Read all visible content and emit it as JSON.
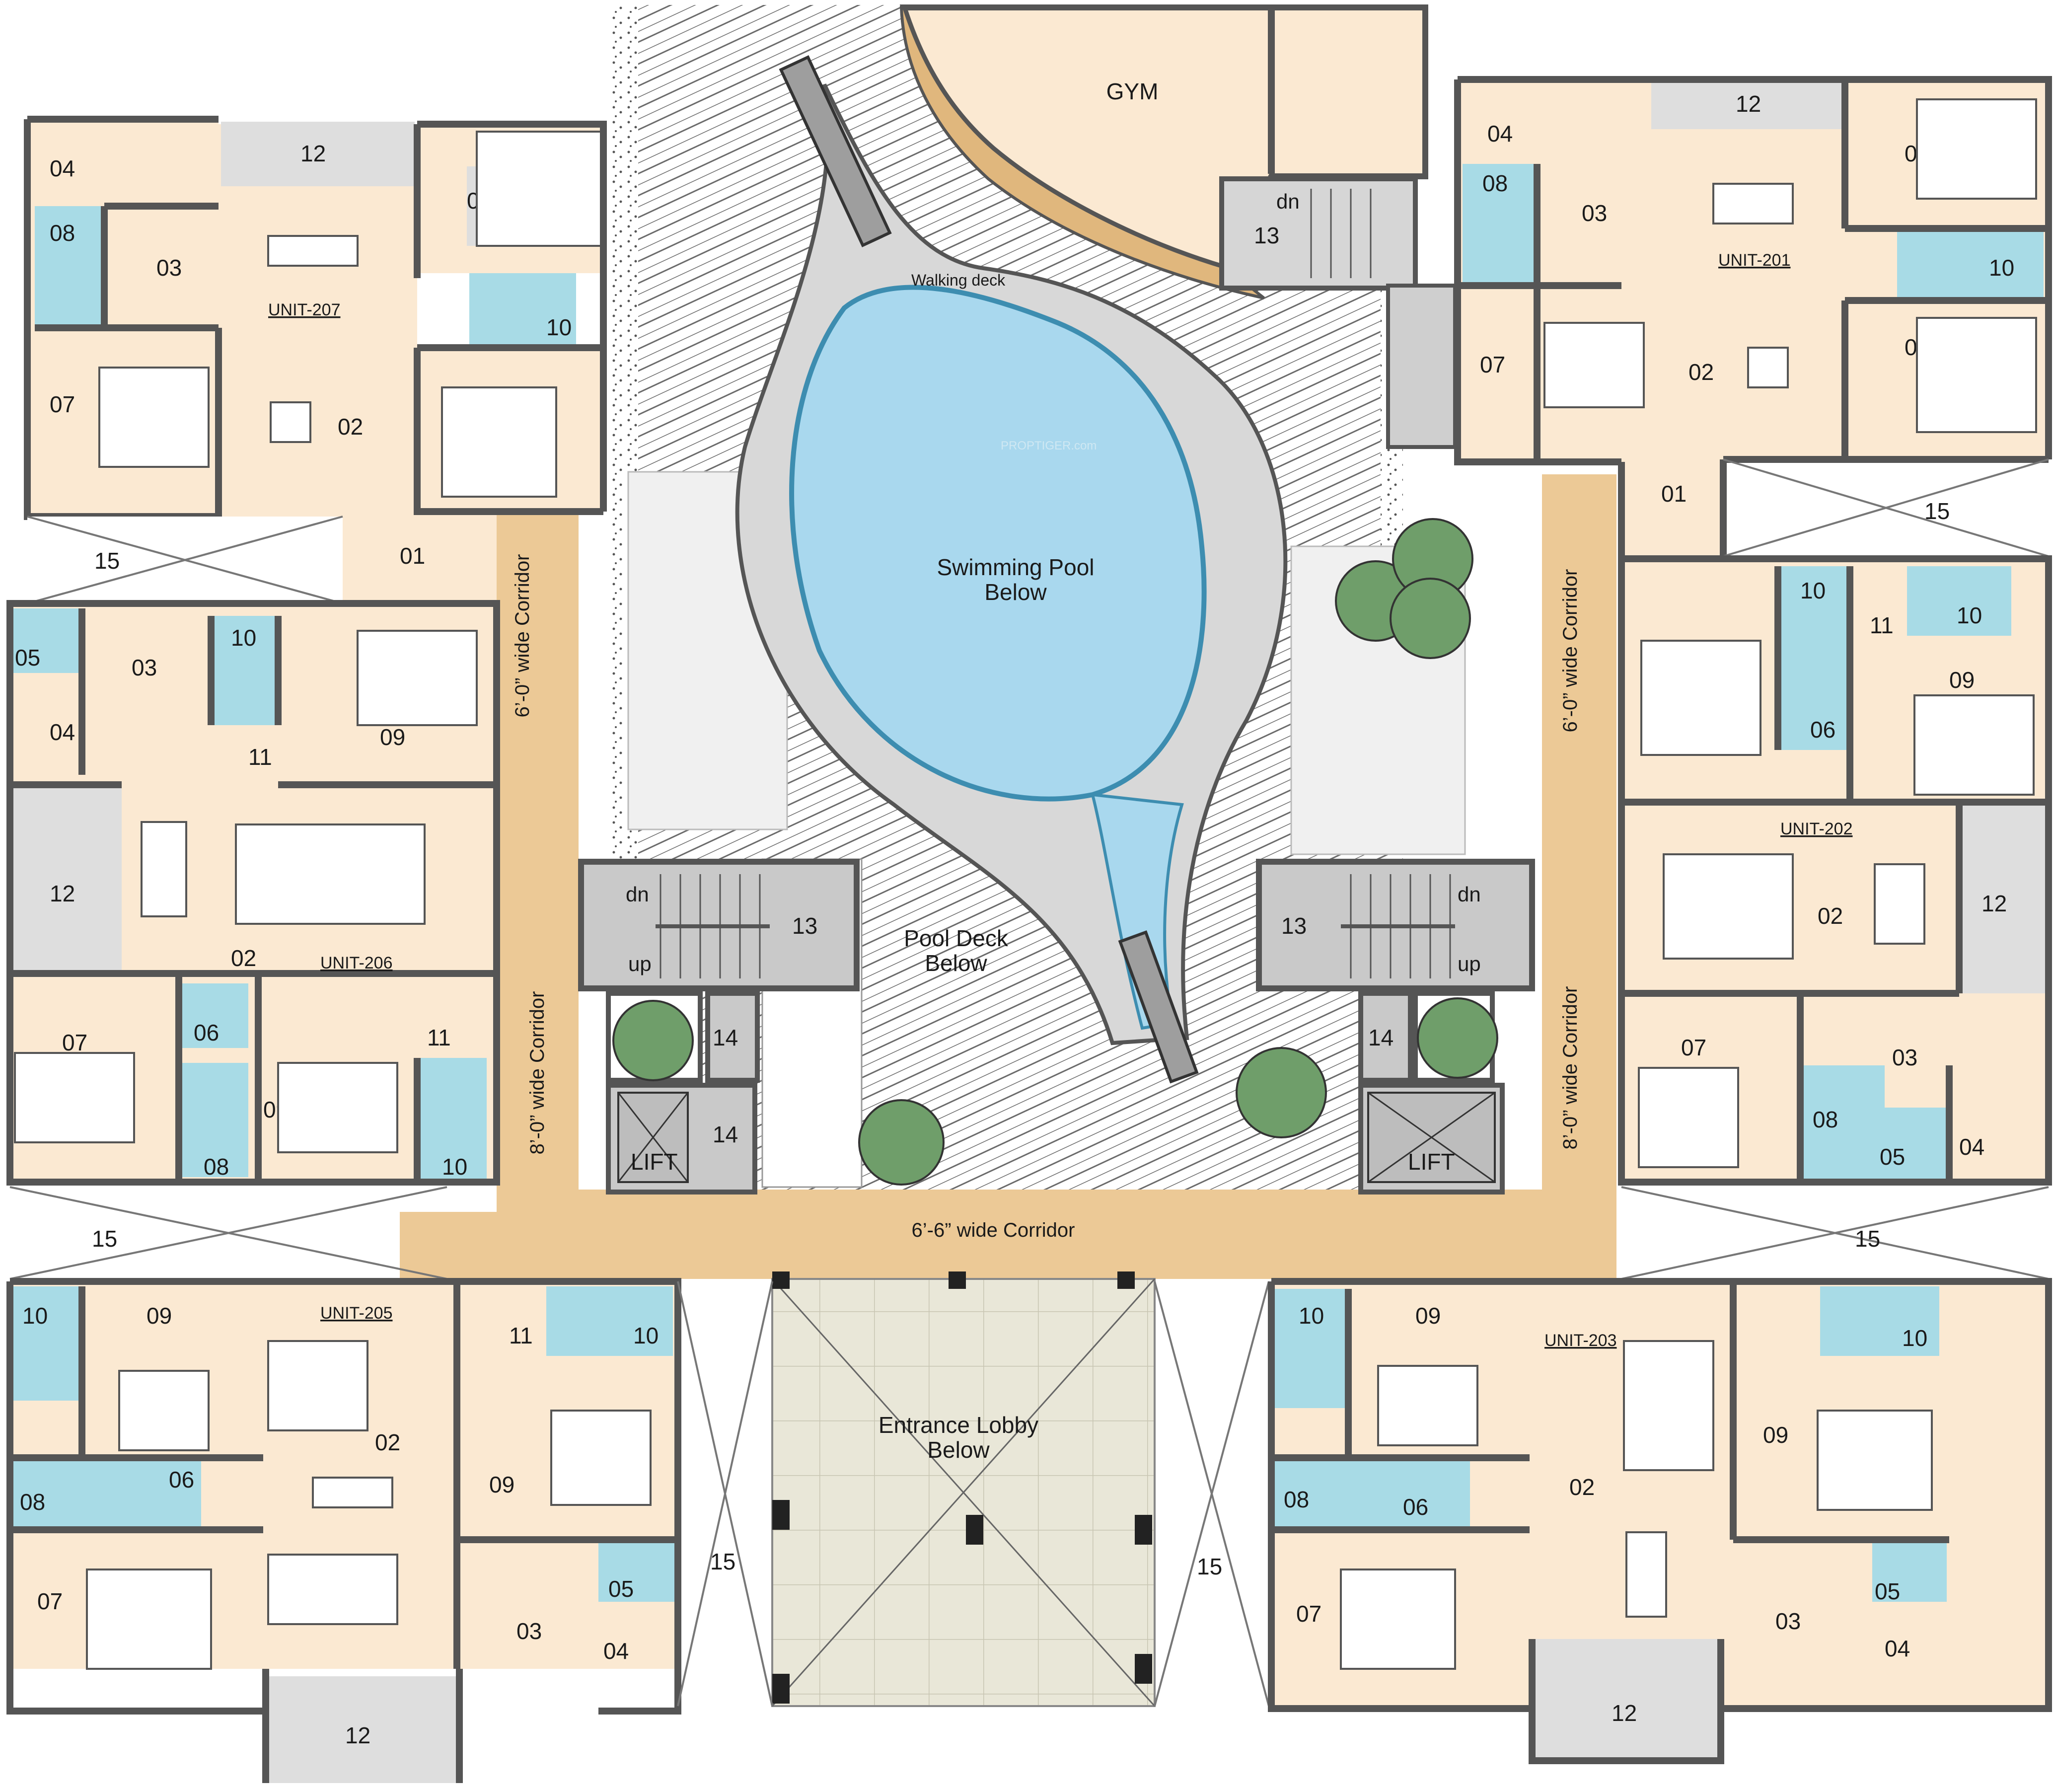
{
  "colors": {
    "room": "#fbe9d2",
    "bath": "#a8dbe6",
    "corridor": "#ecc996",
    "pool": "#a9d8ee",
    "wall": "#555555",
    "balcony": "#dedede",
    "core": "#c9c9c9",
    "tree": "#6f9e6a",
    "lobby": "#e9e7d8"
  },
  "units": [
    {
      "id": "u207",
      "name": "UNIT-207"
    },
    {
      "id": "u206",
      "name": "UNIT-206"
    },
    {
      "id": "u205",
      "name": "UNIT-205"
    },
    {
      "id": "u201",
      "name": "UNIT-201"
    },
    {
      "id": "u202",
      "name": "UNIT-202"
    },
    {
      "id": "u203",
      "name": "UNIT-203"
    }
  ],
  "amenities": {
    "gym": "GYM",
    "pool_line1": "Swimming Pool",
    "pool_line2": "Below",
    "walking_deck": "Walking deck",
    "pool_deck_line1": "Pool Deck",
    "pool_deck_line2": "Below",
    "lobby_line1": "Entrance Lobby",
    "lobby_line2": "Below",
    "watermark": "PROPTIGER.com"
  },
  "corridors": {
    "left_upper": "6’-0” wide Corridor",
    "left_lower": "8’-0” wide Corridor",
    "right_upper": "6’-0” wide Corridor",
    "right_lower": "8’-0” wide Corridor",
    "bottom": "6’-6” wide Corridor"
  },
  "core": {
    "lift": "LIFT",
    "dn": "dn",
    "up": "up",
    "stair": "13",
    "shaft": "14"
  },
  "room_numbers": {
    "r01": "01",
    "r02": "02",
    "r03": "03",
    "r04": "04",
    "r05": "05",
    "r06": "06",
    "r07": "07",
    "r08": "08",
    "r09": "09",
    "r10": "10",
    "r11": "11",
    "r12": "12",
    "r13": "13",
    "r14": "14",
    "r15": "15"
  },
  "legend_icons": [
    "stair-icon",
    "lift-icon",
    "tree-icon",
    "bed-icon",
    "dining-table-icon",
    "sofa-icon"
  ]
}
